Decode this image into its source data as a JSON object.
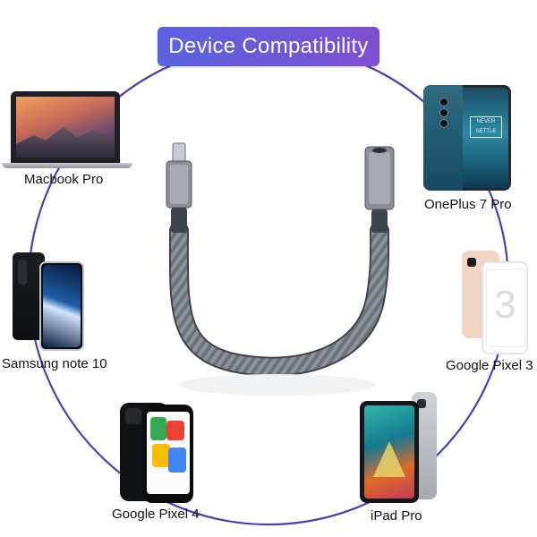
{
  "title": "Device Compatibility",
  "devices": [
    {
      "id": "macbook",
      "label": "Macbook Pro"
    },
    {
      "id": "oneplus",
      "label": "OnePlus 7 Pro",
      "screen_text": "NEVER SETTLE"
    },
    {
      "id": "samsung",
      "label": "Samsung note 10"
    },
    {
      "id": "pixel3",
      "label": "Google Pixel 3"
    },
    {
      "id": "pixel4",
      "label": "Google Pixel 4"
    },
    {
      "id": "ipad",
      "label": "iPad Pro"
    }
  ],
  "colors": {
    "ring": "#4b3db6",
    "title_gradient_start": "#5b62e0",
    "title_gradient_end": "#7d4fd0",
    "cable": "#6f747b",
    "cable_connector": "#8c9096"
  },
  "product": {
    "cable": "usb-c-to-3.5mm-adapter",
    "connector_left": "usb-c-icon",
    "connector_right": "headphone-jack-icon"
  }
}
